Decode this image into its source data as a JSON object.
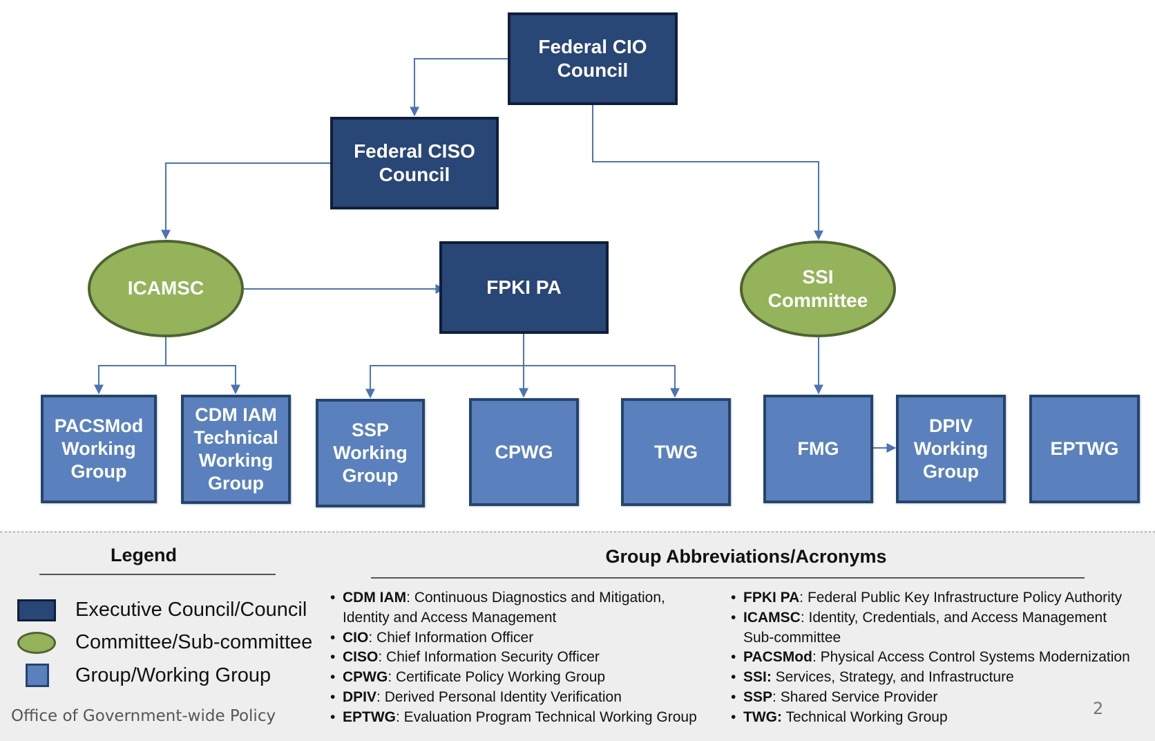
{
  "nodes": {
    "federal_cio_council": "Federal CIO\nCouncil",
    "federal_ciso_council": "Federal CISO\nCouncil",
    "icamsc": "ICAMSC",
    "fpki_pa": "FPKI PA",
    "ssi_committee": "SSI\nCommittee",
    "pacsmod": "PACSMod\nWorking\nGroup",
    "cdm_iam": "CDM IAM\nTechnical\nWorking\nGroup",
    "ssp": "SSP\nWorking\nGroup",
    "cpwg": "CPWG",
    "twg": "TWG",
    "fmg": "FMG",
    "dpiv": "DPIV\nWorking\nGroup",
    "eptwg": "EPTWG"
  },
  "legend": {
    "title": "Legend",
    "items": [
      {
        "label": "Executive Council/Council",
        "icon": "dark-blue-rectangle"
      },
      {
        "label": "Committee/Sub-committee",
        "icon": "green-ellipse"
      },
      {
        "label": "Group/Working Group",
        "icon": "light-blue-square"
      }
    ]
  },
  "abbreviations": {
    "title": "Group Abbreviations/Acronyms",
    "left": [
      {
        "term": "CDM IAM",
        "sep": ":",
        "desc": " Continuous Diagnostics and Mitigation,\nIdentity and Access Management"
      },
      {
        "term": "CIO",
        "sep": ":",
        "desc": " Chief Information Officer"
      },
      {
        "term": "CISO",
        "sep": ":",
        "desc": " Chief Information Security Officer"
      },
      {
        "term": "CPWG",
        "sep": ":",
        "desc": " Certificate Policy Working Group"
      },
      {
        "term": "DPIV",
        "sep": ":",
        "desc": " Derived Personal Identity Verification"
      },
      {
        "term": "EPTWG",
        "sep": ":",
        "desc": " Evaluation Program Technical Working Group"
      }
    ],
    "right": [
      {
        "term": "FPKI PA",
        "sep": ":",
        "desc": " Federal Public Key Infrastructure Policy Authority"
      },
      {
        "term": "ICAMSC",
        "sep": ":",
        "desc": " Identity, Credentials, and Access Management\nSub-committee"
      },
      {
        "term": "PACSMod",
        "sep": ":",
        "desc": " Physical Access Control Systems Modernization"
      },
      {
        "term": "SSI:",
        "sep": "",
        "desc": " Services, Strategy, and Infrastructure"
      },
      {
        "term": "SSP",
        "sep": ":",
        "desc": " Shared Service Provider"
      },
      {
        "term": "TWG:",
        "sep": "",
        "desc": " Technical Working Group"
      }
    ]
  },
  "footer": {
    "office": "Office of Government-wide Policy",
    "page_number": "2"
  },
  "colors": {
    "executive": "#284676",
    "committee": "#94b35a",
    "group": "#5a81bd",
    "connector": "#4a74b4"
  }
}
